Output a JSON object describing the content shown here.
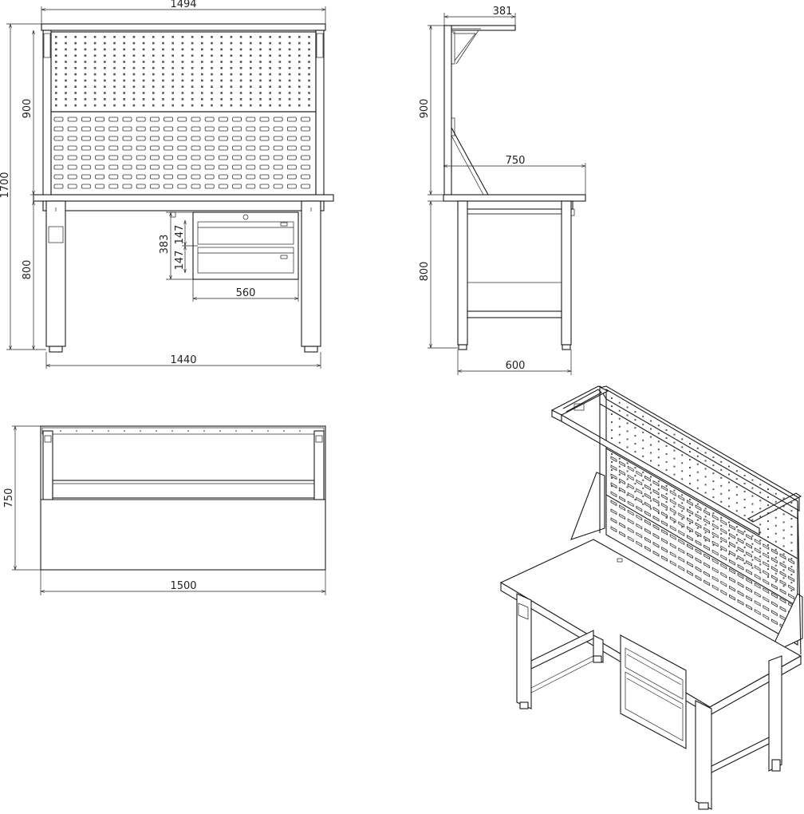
{
  "dimensions": {
    "front_overall_width": "1494",
    "front_height_total": "1700",
    "front_panel_height": "900",
    "front_leg_height": "800",
    "front_leg_span": "1440",
    "drawer_height": "383",
    "drawer_top": "147",
    "drawer_bottom": "147",
    "drawer_width": "560",
    "side_top_depth": "381",
    "side_panel_height": "900",
    "side_depth": "750",
    "side_leg_height": "800",
    "side_leg_span": "600",
    "top_view_depth": "750",
    "top_view_width": "1500"
  }
}
